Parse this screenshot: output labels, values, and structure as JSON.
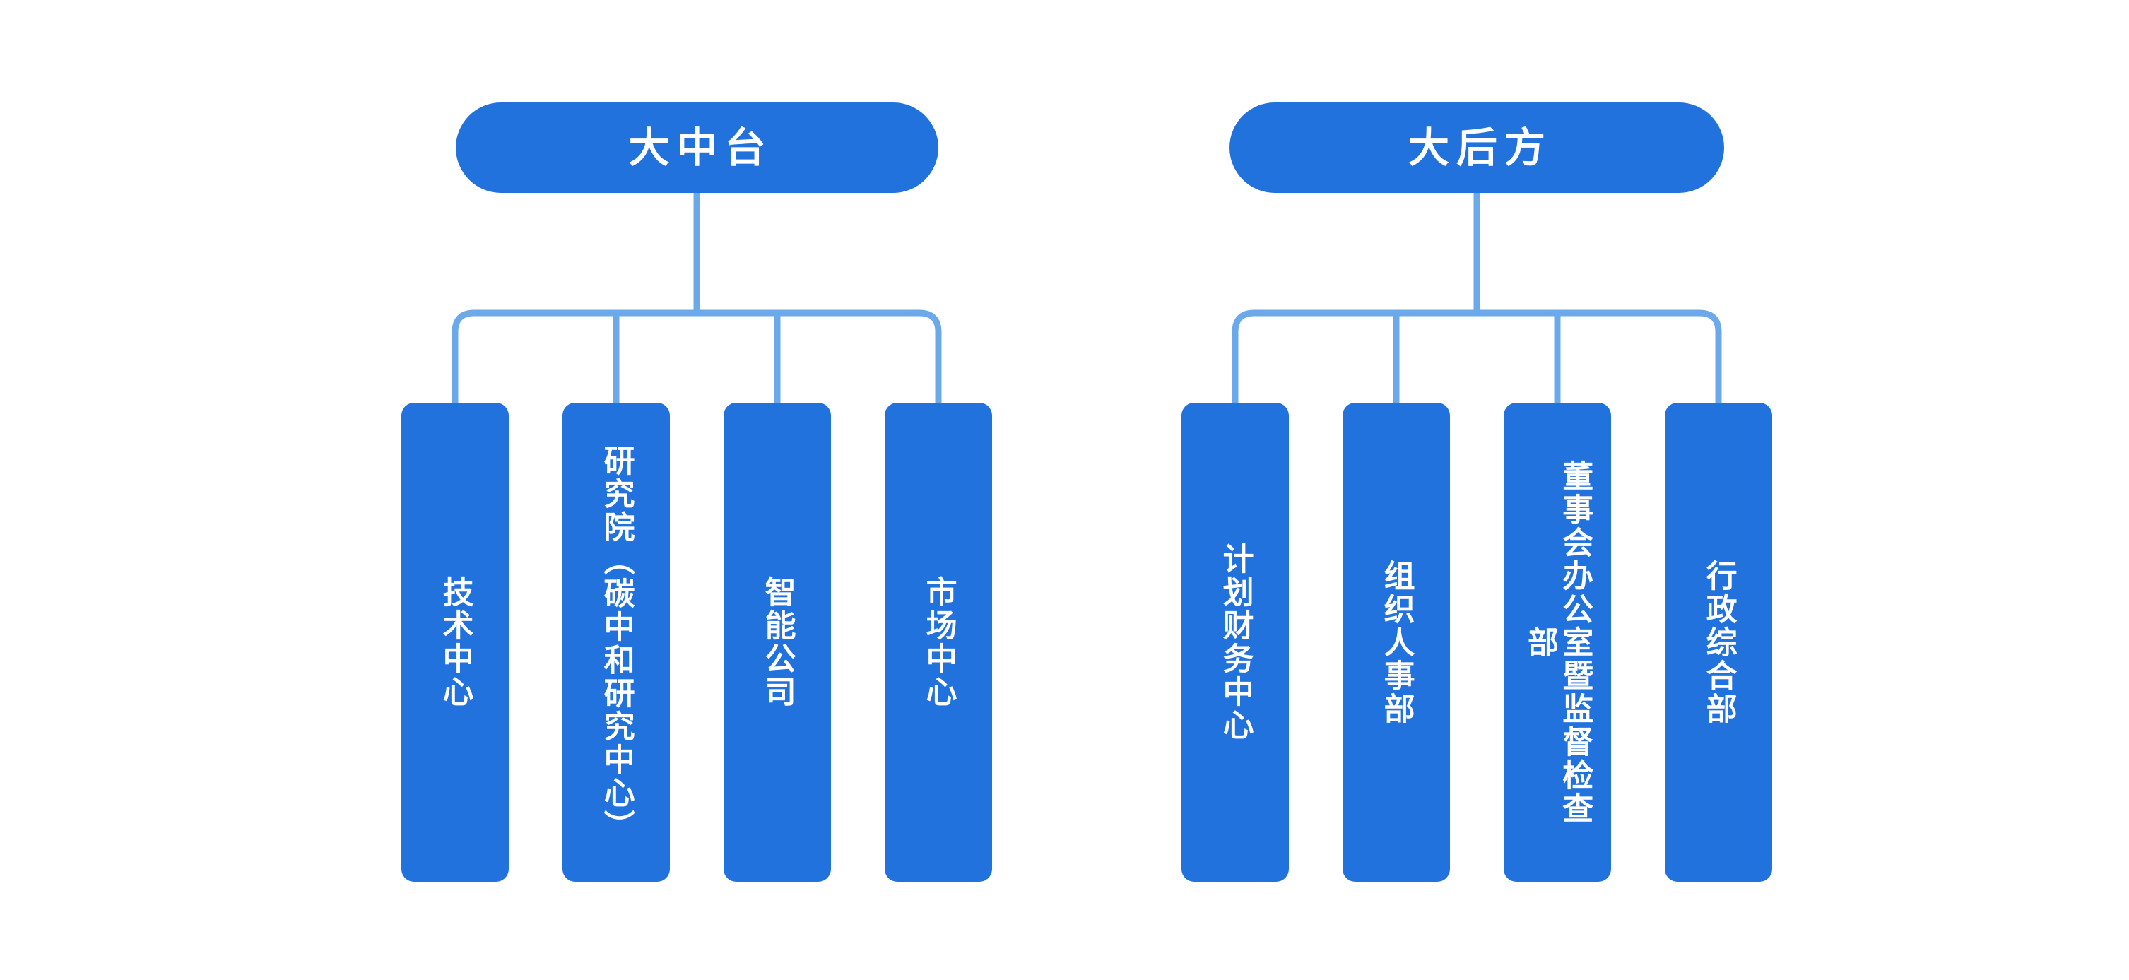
{
  "diagram": {
    "type": "org-chart",
    "orientation": "top-down",
    "background_color": "#FFFFFF",
    "box_color": "#2272DE",
    "connector_color": "#6CA9EB",
    "text_color": "#FFFFFF"
  },
  "groups": [
    {
      "id": "mid-platform",
      "header": "大中台",
      "children": [
        {
          "id": "tech-center",
          "label": "技术中心",
          "multiline": false
        },
        {
          "id": "research-institute",
          "label": "研究院（碳中和研究中心）",
          "multiline": true
        },
        {
          "id": "intelligent-company",
          "label": "智能公司",
          "multiline": false
        },
        {
          "id": "market-center",
          "label": "市场中心",
          "multiline": false
        }
      ]
    },
    {
      "id": "rear-support",
      "header": "大后方",
      "children": [
        {
          "id": "planning-finance-center",
          "label": "计划财务中心",
          "multiline": false
        },
        {
          "id": "org-personnel-dept",
          "label": "组织人事部",
          "multiline": false
        },
        {
          "id": "board-office-supervision",
          "label": "董事会办公室暨监督检查部",
          "multiline": true
        },
        {
          "id": "admin-general-dept",
          "label": "行政综合部",
          "multiline": false
        }
      ]
    }
  ]
}
